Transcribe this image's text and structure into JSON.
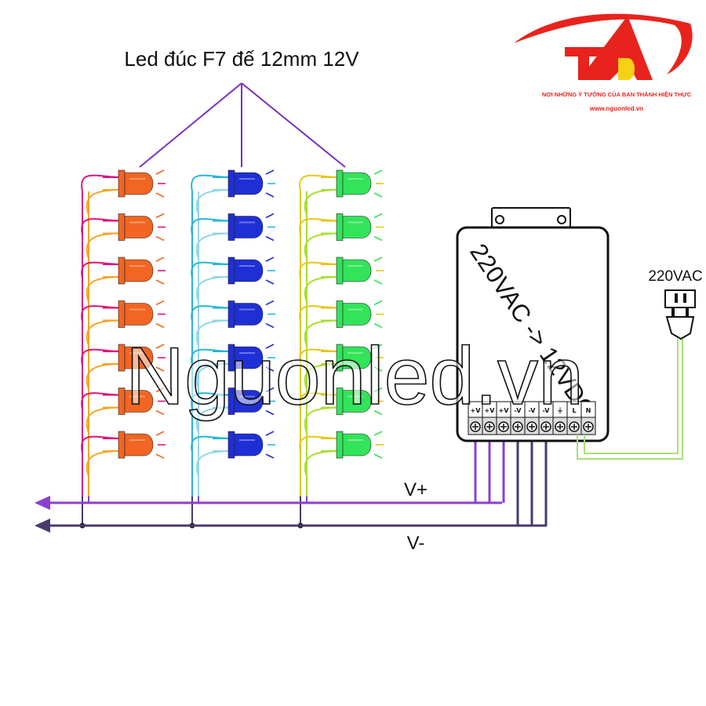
{
  "title": "Led đúc F7 đế 12mm 12V",
  "supply_label": "220VAC -> 12VDC",
  "ac_label": "220VAC",
  "vplus_label": "V+",
  "vminus_label": "V-",
  "watermark": "Nguonled.vn",
  "logo": {
    "slogan": "NƠI NHỮNG Ý TƯỞNG CỦA BẠN THÀNH HIỆN THỰC",
    "url": "www.nguonled.vn"
  },
  "terminals": [
    "+V",
    "+V",
    "+V",
    "-V",
    "-V",
    "-V",
    "⏚",
    "L",
    "N"
  ],
  "led_columns": [
    {
      "color": "#f26522",
      "wire_a": "#e0137a",
      "wire_b": "#f5a623",
      "count": 7
    },
    {
      "color": "#1f2fd6",
      "wire_a": "#26b7d6",
      "wire_b": "#8fd7ea",
      "count": 7
    },
    {
      "color": "#33e35a",
      "wire_a": "#e8c51a",
      "wire_b": "#a6e02c",
      "count": 7
    }
  ],
  "colors": {
    "vplus": "#8a3fd1",
    "vminus": "#4b3a6b",
    "ac_wire": "#a6e07a",
    "pointer": "#7a2fc0",
    "logo_red": "#e8231d",
    "logo_yellow": "#f7d117"
  }
}
